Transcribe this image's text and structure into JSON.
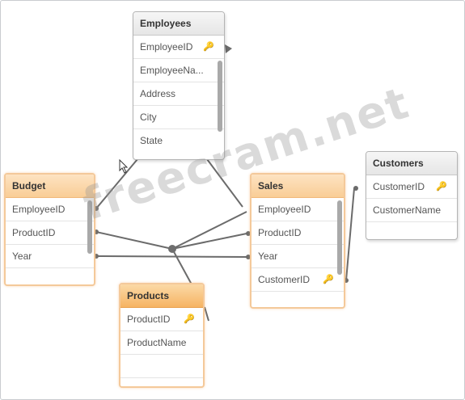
{
  "tables": {
    "employees": {
      "title": "Employees",
      "fields": [
        "EmployeeID",
        "EmployeeNa...",
        "Address",
        "City",
        "State"
      ]
    },
    "budget": {
      "title": "Budget",
      "fields": [
        "EmployeeID",
        "ProductID",
        "Year"
      ]
    },
    "sales": {
      "title": "Sales",
      "fields": [
        "EmployeeID",
        "ProductID",
        "Year",
        "CustomerID"
      ]
    },
    "customers": {
      "title": "Customers",
      "fields": [
        "CustomerID",
        "CustomerName"
      ]
    },
    "products": {
      "title": "Products",
      "fields": [
        "ProductID",
        "ProductName"
      ]
    }
  },
  "watermark": "freecram.net",
  "icons": {
    "key": "key-icon",
    "pointer": "mouse-pointer-icon"
  },
  "colors": {
    "link": "#6b6b6b",
    "associated_header": "#fbd7ab",
    "selected_header": "#f7b86a"
  }
}
